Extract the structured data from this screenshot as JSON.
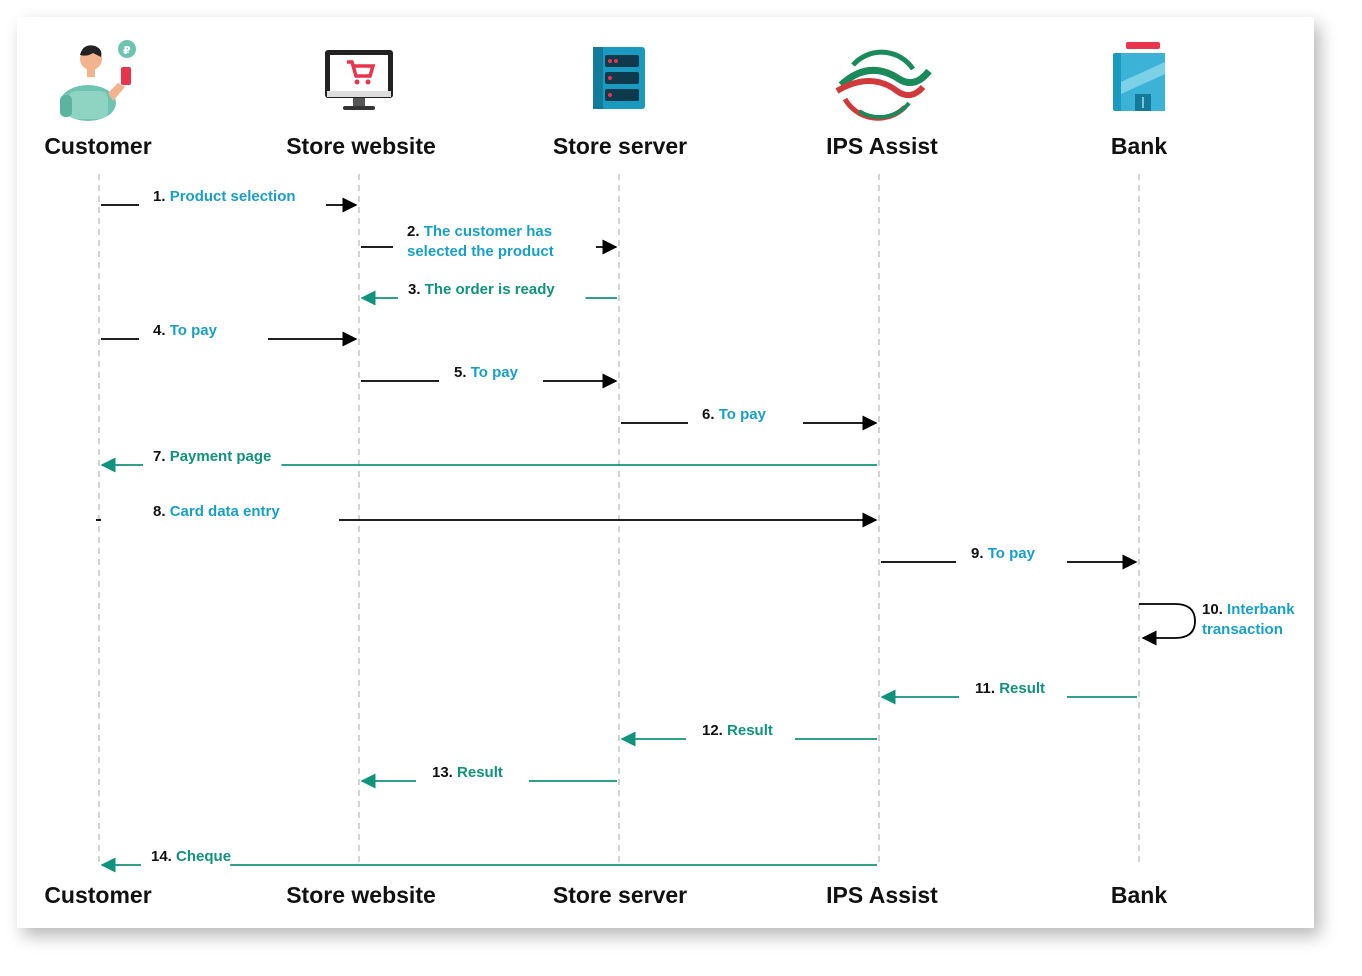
{
  "colors": {
    "text": "#111111",
    "request_text": "#1a9fc4",
    "response_text": "#11937b",
    "request_arrow": "#000000",
    "response_arrow": "#11937b",
    "lifeline": "#bbbbbb"
  },
  "actors": [
    {
      "name": "Customer",
      "icon": "customer-person-icon"
    },
    {
      "name": "Store website",
      "icon": "monitor-cart-icon"
    },
    {
      "name": "Store server",
      "icon": "server-rack-icon"
    },
    {
      "name": "IPS Assist",
      "icon": "ips-assist-logo-icon"
    },
    {
      "name": "Bank",
      "icon": "bank-building-icon"
    }
  ],
  "messages": [
    {
      "num": "1.",
      "lines": [
        "Product selection"
      ],
      "from": 0,
      "to": 1,
      "kind": "request"
    },
    {
      "num": "2.",
      "lines": [
        "The customer has",
        "selected the product"
      ],
      "from": 1,
      "to": 2,
      "kind": "request"
    },
    {
      "num": "3.",
      "lines": [
        "The order is ready"
      ],
      "from": 2,
      "to": 1,
      "kind": "response"
    },
    {
      "num": "4.",
      "lines": [
        "To pay"
      ],
      "from": 0,
      "to": 1,
      "kind": "request"
    },
    {
      "num": "5.",
      "lines": [
        "To pay"
      ],
      "from": 1,
      "to": 2,
      "kind": "request"
    },
    {
      "num": "6.",
      "lines": [
        "To pay"
      ],
      "from": 2,
      "to": 3,
      "kind": "request"
    },
    {
      "num": "7.",
      "lines": [
        "Payment page"
      ],
      "from": 3,
      "to": 0,
      "kind": "response"
    },
    {
      "num": "8.",
      "lines": [
        "Card data entry"
      ],
      "from": 0,
      "to": 3,
      "kind": "request"
    },
    {
      "num": "9.",
      "lines": [
        "To pay"
      ],
      "from": 3,
      "to": 4,
      "kind": "request"
    },
    {
      "num": "10.",
      "lines": [
        "Interbank",
        "transaction"
      ],
      "from": 4,
      "to": 4,
      "kind": "self"
    },
    {
      "num": "11.",
      "lines": [
        "Result"
      ],
      "from": 4,
      "to": 3,
      "kind": "response"
    },
    {
      "num": "12.",
      "lines": [
        "Result"
      ],
      "from": 3,
      "to": 2,
      "kind": "response"
    },
    {
      "num": "13.",
      "lines": [
        "Result"
      ],
      "from": 2,
      "to": 1,
      "kind": "response"
    },
    {
      "num": "14.",
      "lines": [
        "Cheque"
      ],
      "from": 3,
      "to": 0,
      "kind": "response"
    }
  ]
}
